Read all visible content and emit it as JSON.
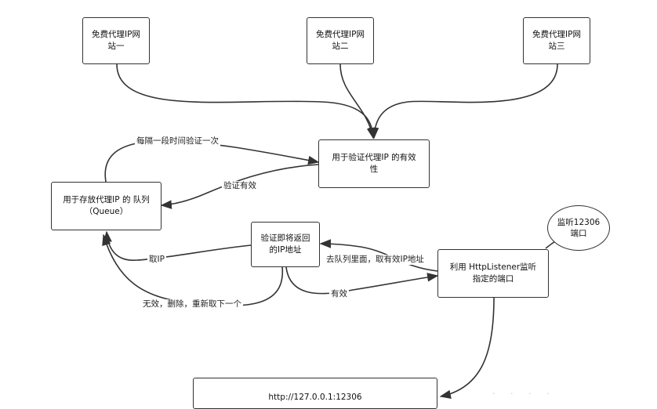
{
  "nodes": {
    "site1": {
      "lines": [
        "免费代理IP网",
        "站一"
      ]
    },
    "site2": {
      "lines": [
        "免费代理IP网",
        "站二"
      ]
    },
    "site3": {
      "lines": [
        "免费代理IP网",
        "站三"
      ]
    },
    "validate": {
      "lines": [
        "用于验证代理IP 的有效",
        "性"
      ]
    },
    "queue": {
      "lines": [
        "用于存放代理IP 的 队列",
        "（Queue）"
      ]
    },
    "return_ip": {
      "lines": [
        "验证即将返回",
        "的IP地址"
      ]
    },
    "listener": {
      "lines": [
        "利用 HttpListener监听",
        "指定的端口"
      ]
    },
    "port_note": {
      "lines": [
        "监听12306",
        "端口"
      ]
    },
    "url_box": {
      "text": "http://127.0.0.1:12306"
    }
  },
  "edge_labels": {
    "periodic": "每隔一段时间验证一次",
    "valid_return": "验证有效",
    "take_ip": "取IP",
    "invalid_retry": "无效，删除，重新取下一个",
    "valid": "有效",
    "fetch_valid": "去队列里面，取有效IP地址"
  },
  "watermark": "· · · ·",
  "colors": {
    "stroke": "#333333",
    "text": "#111111",
    "background": "#ffffff"
  }
}
